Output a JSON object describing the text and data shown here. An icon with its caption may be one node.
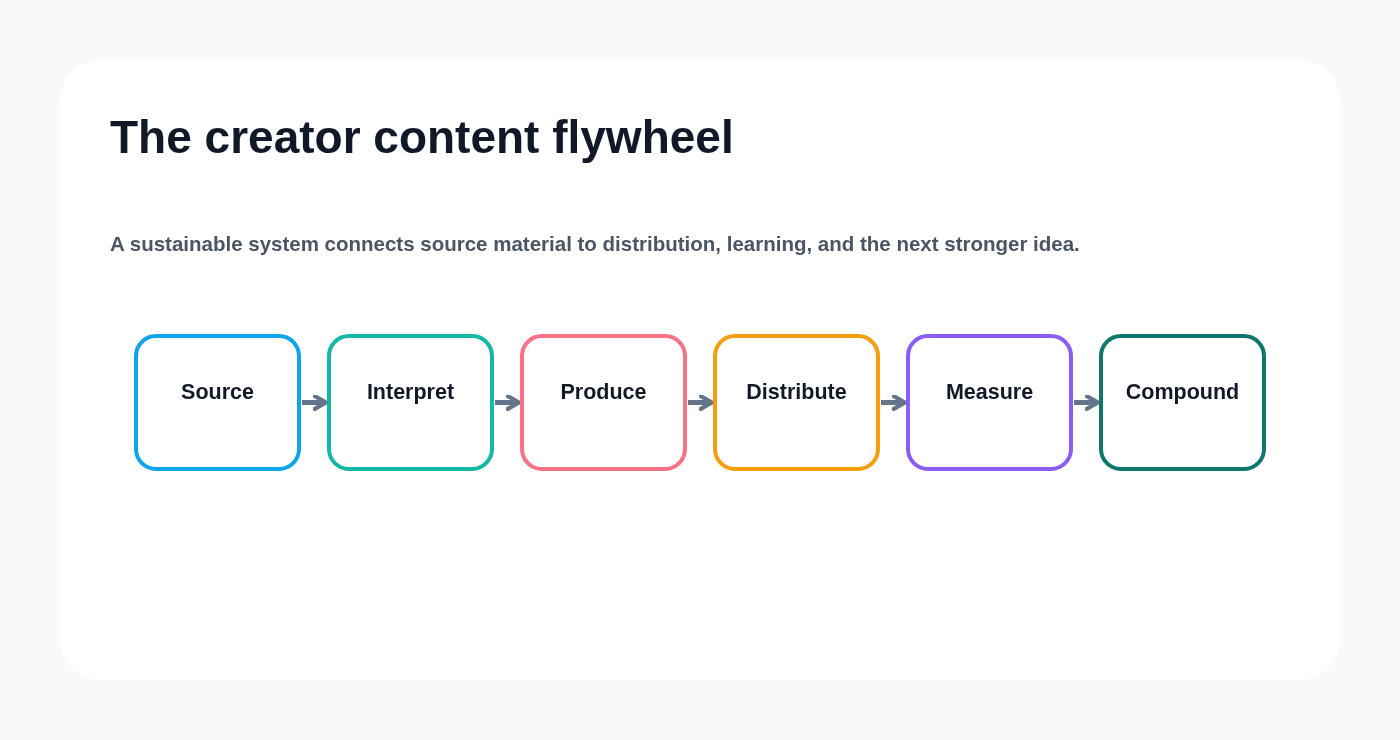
{
  "diagram": {
    "title": "The creator content flywheel",
    "caption": "A sustainable system connects source material to distribution, learning, and the next stronger idea.",
    "nodes": [
      {
        "text": [
          "Source"
        ]
      },
      {
        "text": [
          "Interpret"
        ]
      },
      {
        "text": [
          "Produce"
        ]
      },
      {
        "text": [
          "Distribute"
        ]
      },
      {
        "text": [
          "Measure"
        ]
      },
      {
        "text": [
          "Compound"
        ]
      }
    ],
    "edges": [
      {
        "from": 0,
        "to": 1,
        "arrow": "to"
      },
      {
        "from": 1,
        "to": 2,
        "arrow": "to"
      },
      {
        "from": 2,
        "to": 3,
        "arrow": "to"
      },
      {
        "from": 3,
        "to": 4,
        "arrow": "to"
      },
      {
        "from": 4,
        "to": 5,
        "arrow": "to"
      }
    ]
  }
}
